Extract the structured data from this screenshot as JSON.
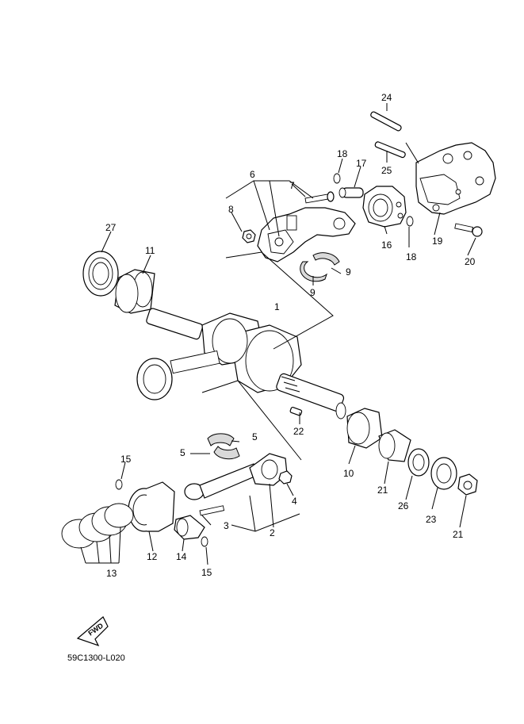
{
  "diagram_code": "59C1300-L020",
  "fwd_label": "FWD",
  "callouts": [
    "1",
    "2",
    "3",
    "4",
    "5",
    "5",
    "6",
    "7",
    "8",
    "9",
    "9",
    "10",
    "11",
    "12",
    "13",
    "14",
    "15",
    "15",
    "16",
    "17",
    "18",
    "18",
    "19",
    "20",
    "21",
    "21",
    "22",
    "23",
    "24",
    "25",
    "26",
    "27"
  ]
}
